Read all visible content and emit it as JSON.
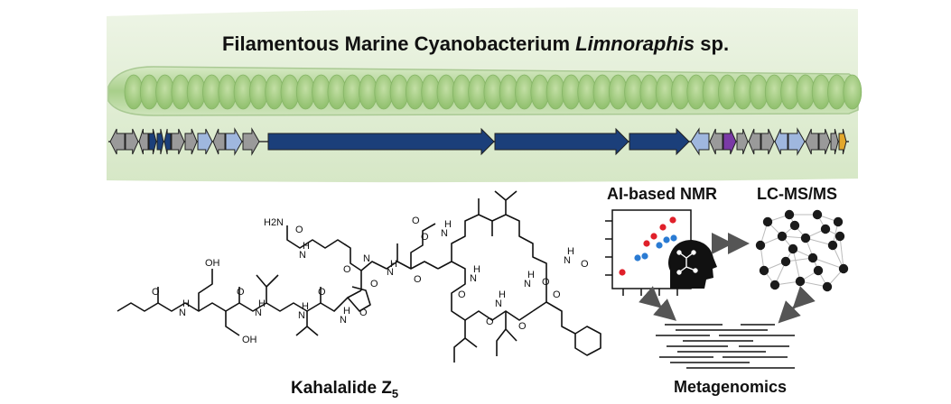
{
  "title": {
    "prefix": "Filamentous Marine Cyanobacterium ",
    "genus": "Limnoraphis",
    "suffix": " sp."
  },
  "compound": {
    "name": "Kahalalide Z",
    "subscript": "5"
  },
  "panels": {
    "nmr": "AI-based NMR",
    "lcms": "LC-MS/MS",
    "metagenomics": "Metagenomics"
  },
  "atom_labels": [
    "OH",
    "O",
    "N",
    "H",
    "O",
    "OH",
    "N",
    "H",
    "O",
    "N",
    "H",
    "O",
    "N",
    "H",
    "O",
    "N",
    "O",
    "H2N",
    "N",
    "H",
    "O",
    "N",
    "H",
    "O",
    "O",
    "O",
    "N",
    "H",
    "O",
    "N",
    "H",
    "O",
    "N",
    "H",
    "O",
    "N",
    "H",
    "O",
    "O",
    "N",
    "H",
    "O"
  ],
  "colors": {
    "dark_gene": "#1b3f7a",
    "light_gene": "#9fb7de",
    "purple_gene": "#7a3aa6",
    "gold_gene": "#e3a82b",
    "grey_gene": "#9a9a9a",
    "nmr_red": "#e0202a",
    "nmr_blue": "#2a7bd3",
    "filament_green": "#a8cf8a"
  }
}
